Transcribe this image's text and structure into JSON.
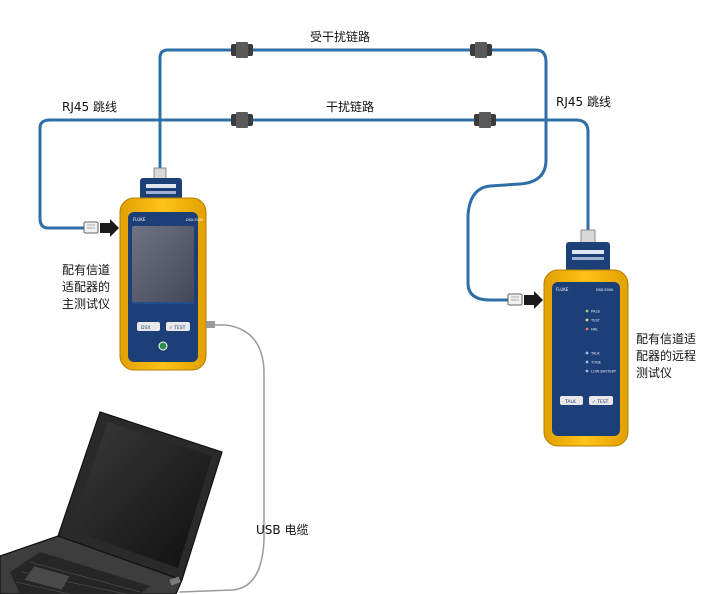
{
  "labels": {
    "link_disturbed": "受干扰链路",
    "link_disturbing": "干扰链路",
    "rj45_left": "RJ45 跳线",
    "rj45_right": "RJ45 跳线",
    "main_tester": [
      "配有信道",
      "适配器的",
      "主测试仪"
    ],
    "remote_tester": [
      "配有信道适",
      "配器的远程",
      "测试仪"
    ],
    "usb_cable": "USB 电缆"
  },
  "devices": {
    "main": {
      "brand": "FLUKE",
      "model": "DSX-5000",
      "btn_left": "DSX",
      "btn_right": "✓ TEST"
    },
    "remote": {
      "brand": "FLUKE",
      "model": "DSX-5000",
      "leds": [
        "PASS",
        "TEST",
        "FAIL",
        "TALK",
        "TONE",
        "LOW BATTERY"
      ],
      "btn_left": "TALK",
      "btn_right": "✓ TEST"
    }
  },
  "colors": {
    "cable": "#2f6fa8",
    "housing": "#f4b400",
    "panel": "#1d3f78",
    "screen": "#55596a"
  }
}
